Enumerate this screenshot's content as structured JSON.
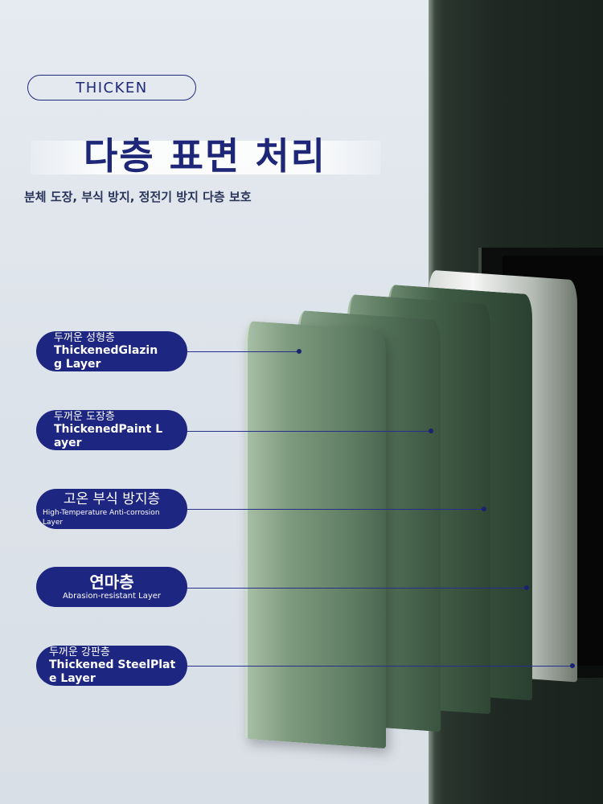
{
  "header": {
    "badge": "THICKEN",
    "title": "다층 표면 처리",
    "subtitle": "분체 도장, 부식 방지, 정전기 방지 다층 보호"
  },
  "layers": [
    {
      "kr": "두꺼운 성형층",
      "en": "ThickenedGlazin",
      "en2": "g Layer"
    },
    {
      "kr": "두꺼운 도장층",
      "en": "ThickenedPaint L",
      "en2": "ayer"
    },
    {
      "kr": "고온 부식 방지층",
      "en": "High-Temperature Anti-corrosion Layer"
    },
    {
      "kr": "연마층",
      "en": "Abrasion-resistant Layer"
    },
    {
      "kr": "두꺼운 강판층",
      "en": "Thickened SteelPlat",
      "en2": "e Layer"
    }
  ],
  "colors": {
    "navy": "#1d2680",
    "panel_green": "#5f7d63",
    "cabinet": "#1f2823"
  },
  "icons": [
    "leader-dot"
  ]
}
